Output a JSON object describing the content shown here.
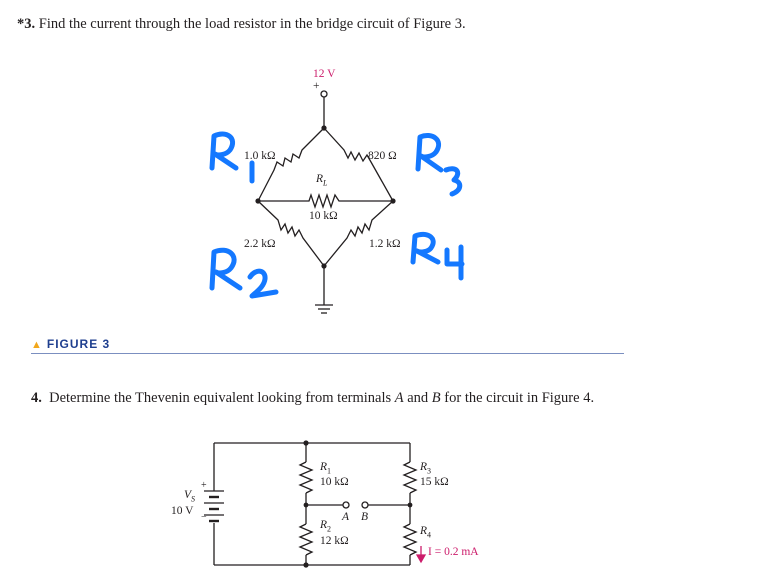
{
  "problem3": {
    "number": "*3.",
    "text": "Find the current through the load resistor in the bridge circuit of Figure 3.",
    "supply_label": "12 V",
    "supply_plus": "+",
    "r1_value": "1.0 kΩ",
    "r3_value": "820 Ω",
    "rl_name": "R",
    "rl_sub": "L",
    "rl_value": "10 kΩ",
    "r2_value": "2.2 kΩ",
    "r4_value": "1.2 kΩ",
    "handwritten": [
      "R1",
      "R2",
      "R3",
      "R4"
    ],
    "handwriting_color": "#1478ff"
  },
  "figure3_caption": {
    "marker": "▲",
    "label": "FIGURE 3"
  },
  "problem4": {
    "number": "4.",
    "text_parts": [
      "Determine the Thevenin equivalent looking from terminals ",
      "A",
      " and ",
      "B",
      " for the circuit in Figure 4."
    ],
    "vs_name": "V",
    "vs_sub": "S",
    "vs_value": "10 V",
    "vs_plus": "+",
    "vs_minus": "−",
    "r1_name": "R",
    "r1_sub": "1",
    "r1_value": "10 kΩ",
    "r2_name": "R",
    "r2_sub": "2",
    "r2_value": "12 kΩ",
    "r3_name": "R",
    "r3_sub": "3",
    "r3_value": "15 kΩ",
    "r4_name": "R",
    "r4_sub": "4",
    "terminal_a": "A",
    "terminal_b": "B",
    "current_label": "I = 0.2 mA",
    "current_color": "#cc1c6b"
  }
}
